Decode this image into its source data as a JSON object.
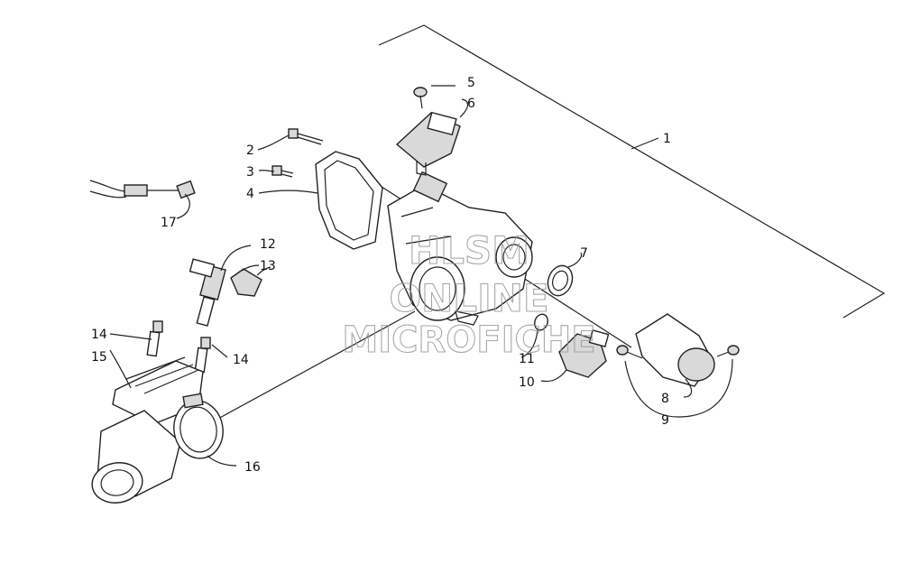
{
  "diagram": {
    "callouts": [
      "1",
      "2",
      "3",
      "4",
      "5",
      "6",
      "7",
      "8",
      "9",
      "10",
      "11",
      "12",
      "13",
      "14",
      "14",
      "15",
      "16",
      "17"
    ]
  },
  "watermark": {
    "line1": "HLSM",
    "line2": "ONLINE",
    "line3": "MICROFICHE"
  }
}
